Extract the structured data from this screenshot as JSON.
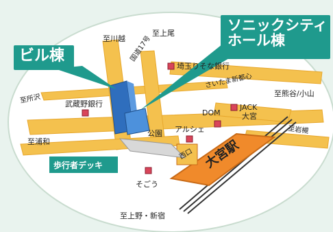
{
  "callouts": {
    "bill": "ビル棟",
    "sonic_line1": "ソニックシティ",
    "sonic_line2": "ホール棟",
    "deck": "歩行者デッキ"
  },
  "labels": {
    "to_kawagoe": "至川越",
    "to_kamio": "至上尾",
    "kokudo17": "国道17号",
    "saitama_resona": "埼玉りそな銀行",
    "saitama_shin": "さいたま新都心",
    "to_kumagaya": "至熊谷/小山",
    "to_tokorozawa": "至所沢",
    "musashino": "武蔵野銀行",
    "dom": "DOM",
    "jack": "JACK",
    "omiya_small": "大宮",
    "to_iwatsuki": "至岩槻",
    "to_urawa": "至浦和",
    "koen": "公園",
    "arche": "アルシェ",
    "west_exit": "西口",
    "omiya_station": "大宮駅",
    "sogo": "そごう",
    "to_ueno": "至上野・新宿"
  },
  "colors": {
    "road": "#f4c14e",
    "road_edge": "#e7a72c",
    "station": "#f08a2b",
    "accent": "#1f9a8d",
    "building": "#3e7fd0",
    "marker": "#d9455a",
    "map_bg": "#ffffff",
    "outer_bg": "#e9f3ee"
  }
}
